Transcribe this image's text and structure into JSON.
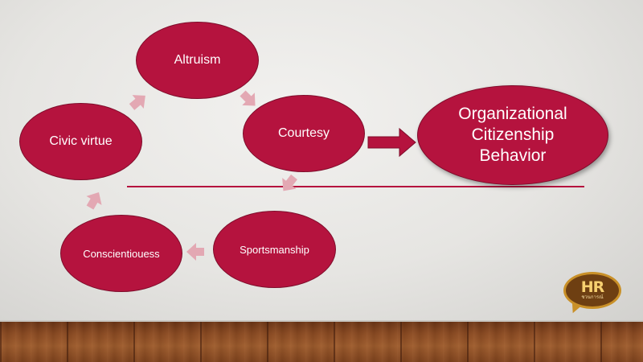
{
  "diagram": {
    "nodes": {
      "altruism": "Altruism",
      "courtesy": "Courtesy",
      "civic_virtue": "Civic virtue",
      "sportsmanship": "Sportsmanship",
      "conscientiousness": "Conscientiouess",
      "outcome": [
        "Organizational",
        "Citizenship",
        "Behavior"
      ]
    },
    "colors": {
      "node_fill": "#b5133e",
      "cycle_arrow": "#e3a8b3",
      "main_arrow": "#b5133e",
      "divider": "#b5133e"
    }
  },
  "logo": {
    "mark": "HR",
    "tagline": "ชวนการณ์"
  }
}
